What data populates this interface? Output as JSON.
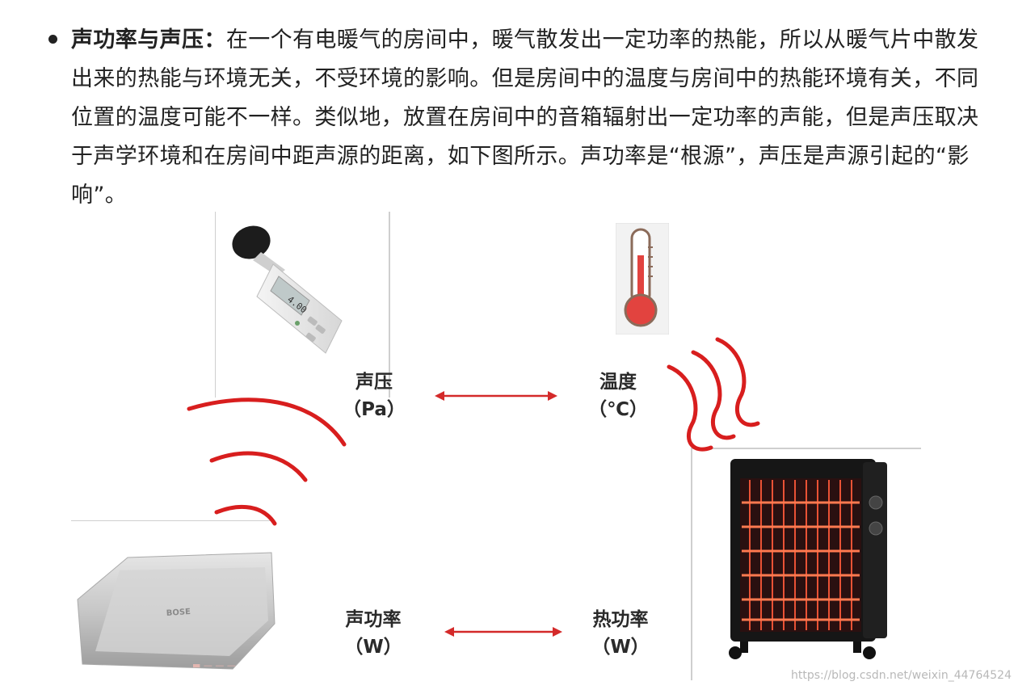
{
  "paragraph": {
    "term": "声功率与声压：",
    "body": "在一个有电暖气的房间中，暖气散发出一定功率的热能，所以从暖气片中散发出来的热能与环境无关，不受环境的影响。但是房间中的温度与房间中的热能环境有关，不同位置的温度可能不一样。类似地，放置在房间中的音箱辐射出一定功率的声能，但是声压取决于声学环境和在房间中距声源的距离，如下图所示。声功率是“根源”，声压是声源引起的“影响”。"
  },
  "figure": {
    "labels": {
      "sound_pressure": "声压",
      "sound_pressure_unit": "（Pa）",
      "temperature": "温度",
      "temperature_unit": "（℃）",
      "sound_power": "声功率",
      "sound_power_unit": "（W）",
      "heat_power": "热功率",
      "heat_power_unit": "（W）"
    },
    "meter_display": "4.00",
    "speaker_brand": "BOSE",
    "watermark": "https://blog.csdn.net/weixin_44764524",
    "colors": {
      "arrow": "#d42a2a",
      "wave": "#d81e1e",
      "heater_glow": "#ff4a2a"
    }
  }
}
